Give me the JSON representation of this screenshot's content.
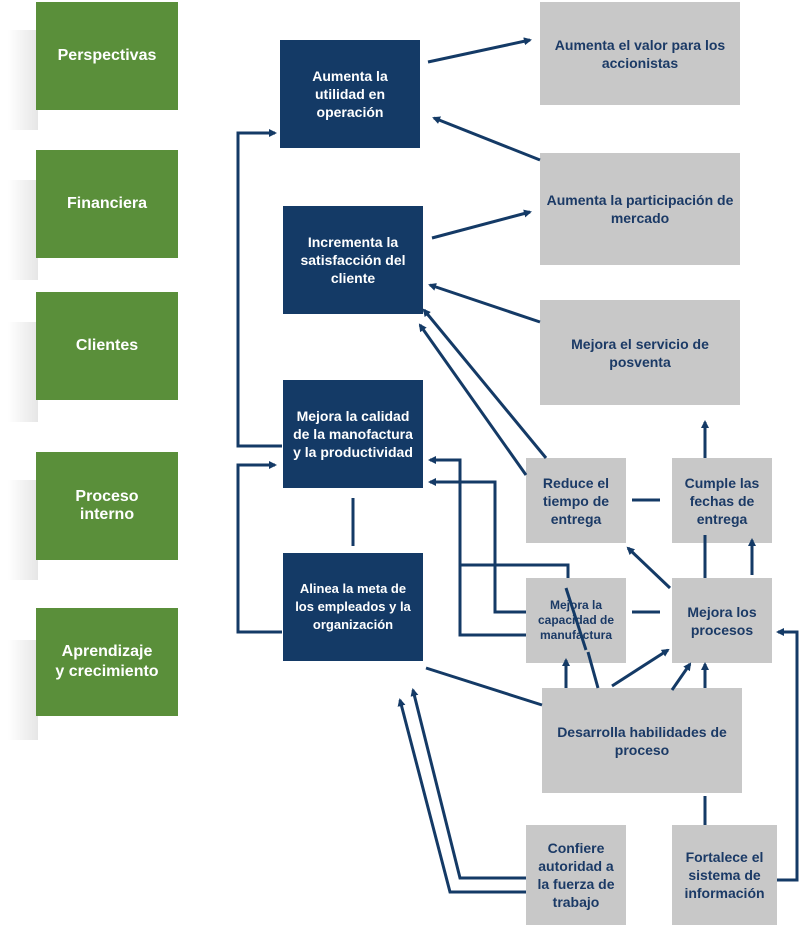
{
  "perspectives": {
    "header": "Perspectivas",
    "rows": [
      "Financiera",
      "Clientes",
      "Proceso\ninterno",
      "Aprendizaje\ny crecimiento"
    ]
  },
  "objectives": {
    "utilidad": "Aumenta la utilidad en operación",
    "satisfaccion": "Incrementa la satisfacción del cliente",
    "calidad": "Mejora la calidad de la manofactura y la productividad",
    "alinea": "Alinea la meta de los empleados y la organización",
    "valor": "Aumenta el valor para los accionistas",
    "participacion": "Aumenta la participación de mercado",
    "servicio": "Mejora el servicio de posventa",
    "tiempo": "Reduce el tiempo de entrega",
    "fechas": "Cumple las fechas de entrega",
    "capacidad": "Mejora la capacidad de manufactura",
    "procesos": "Mejora los procesos",
    "habilidades": "Desarrolla habilidades de proceso",
    "autoridad": "Confiere autoridad a la fuerza de trabajo",
    "sistema": "Fortalece el sistema de información"
  },
  "colors": {
    "green": "#5a8f3a",
    "navy": "#143a66",
    "gray": "#c8c8c8",
    "gray_text": "#1b3a66",
    "arrow": "#143a66"
  }
}
